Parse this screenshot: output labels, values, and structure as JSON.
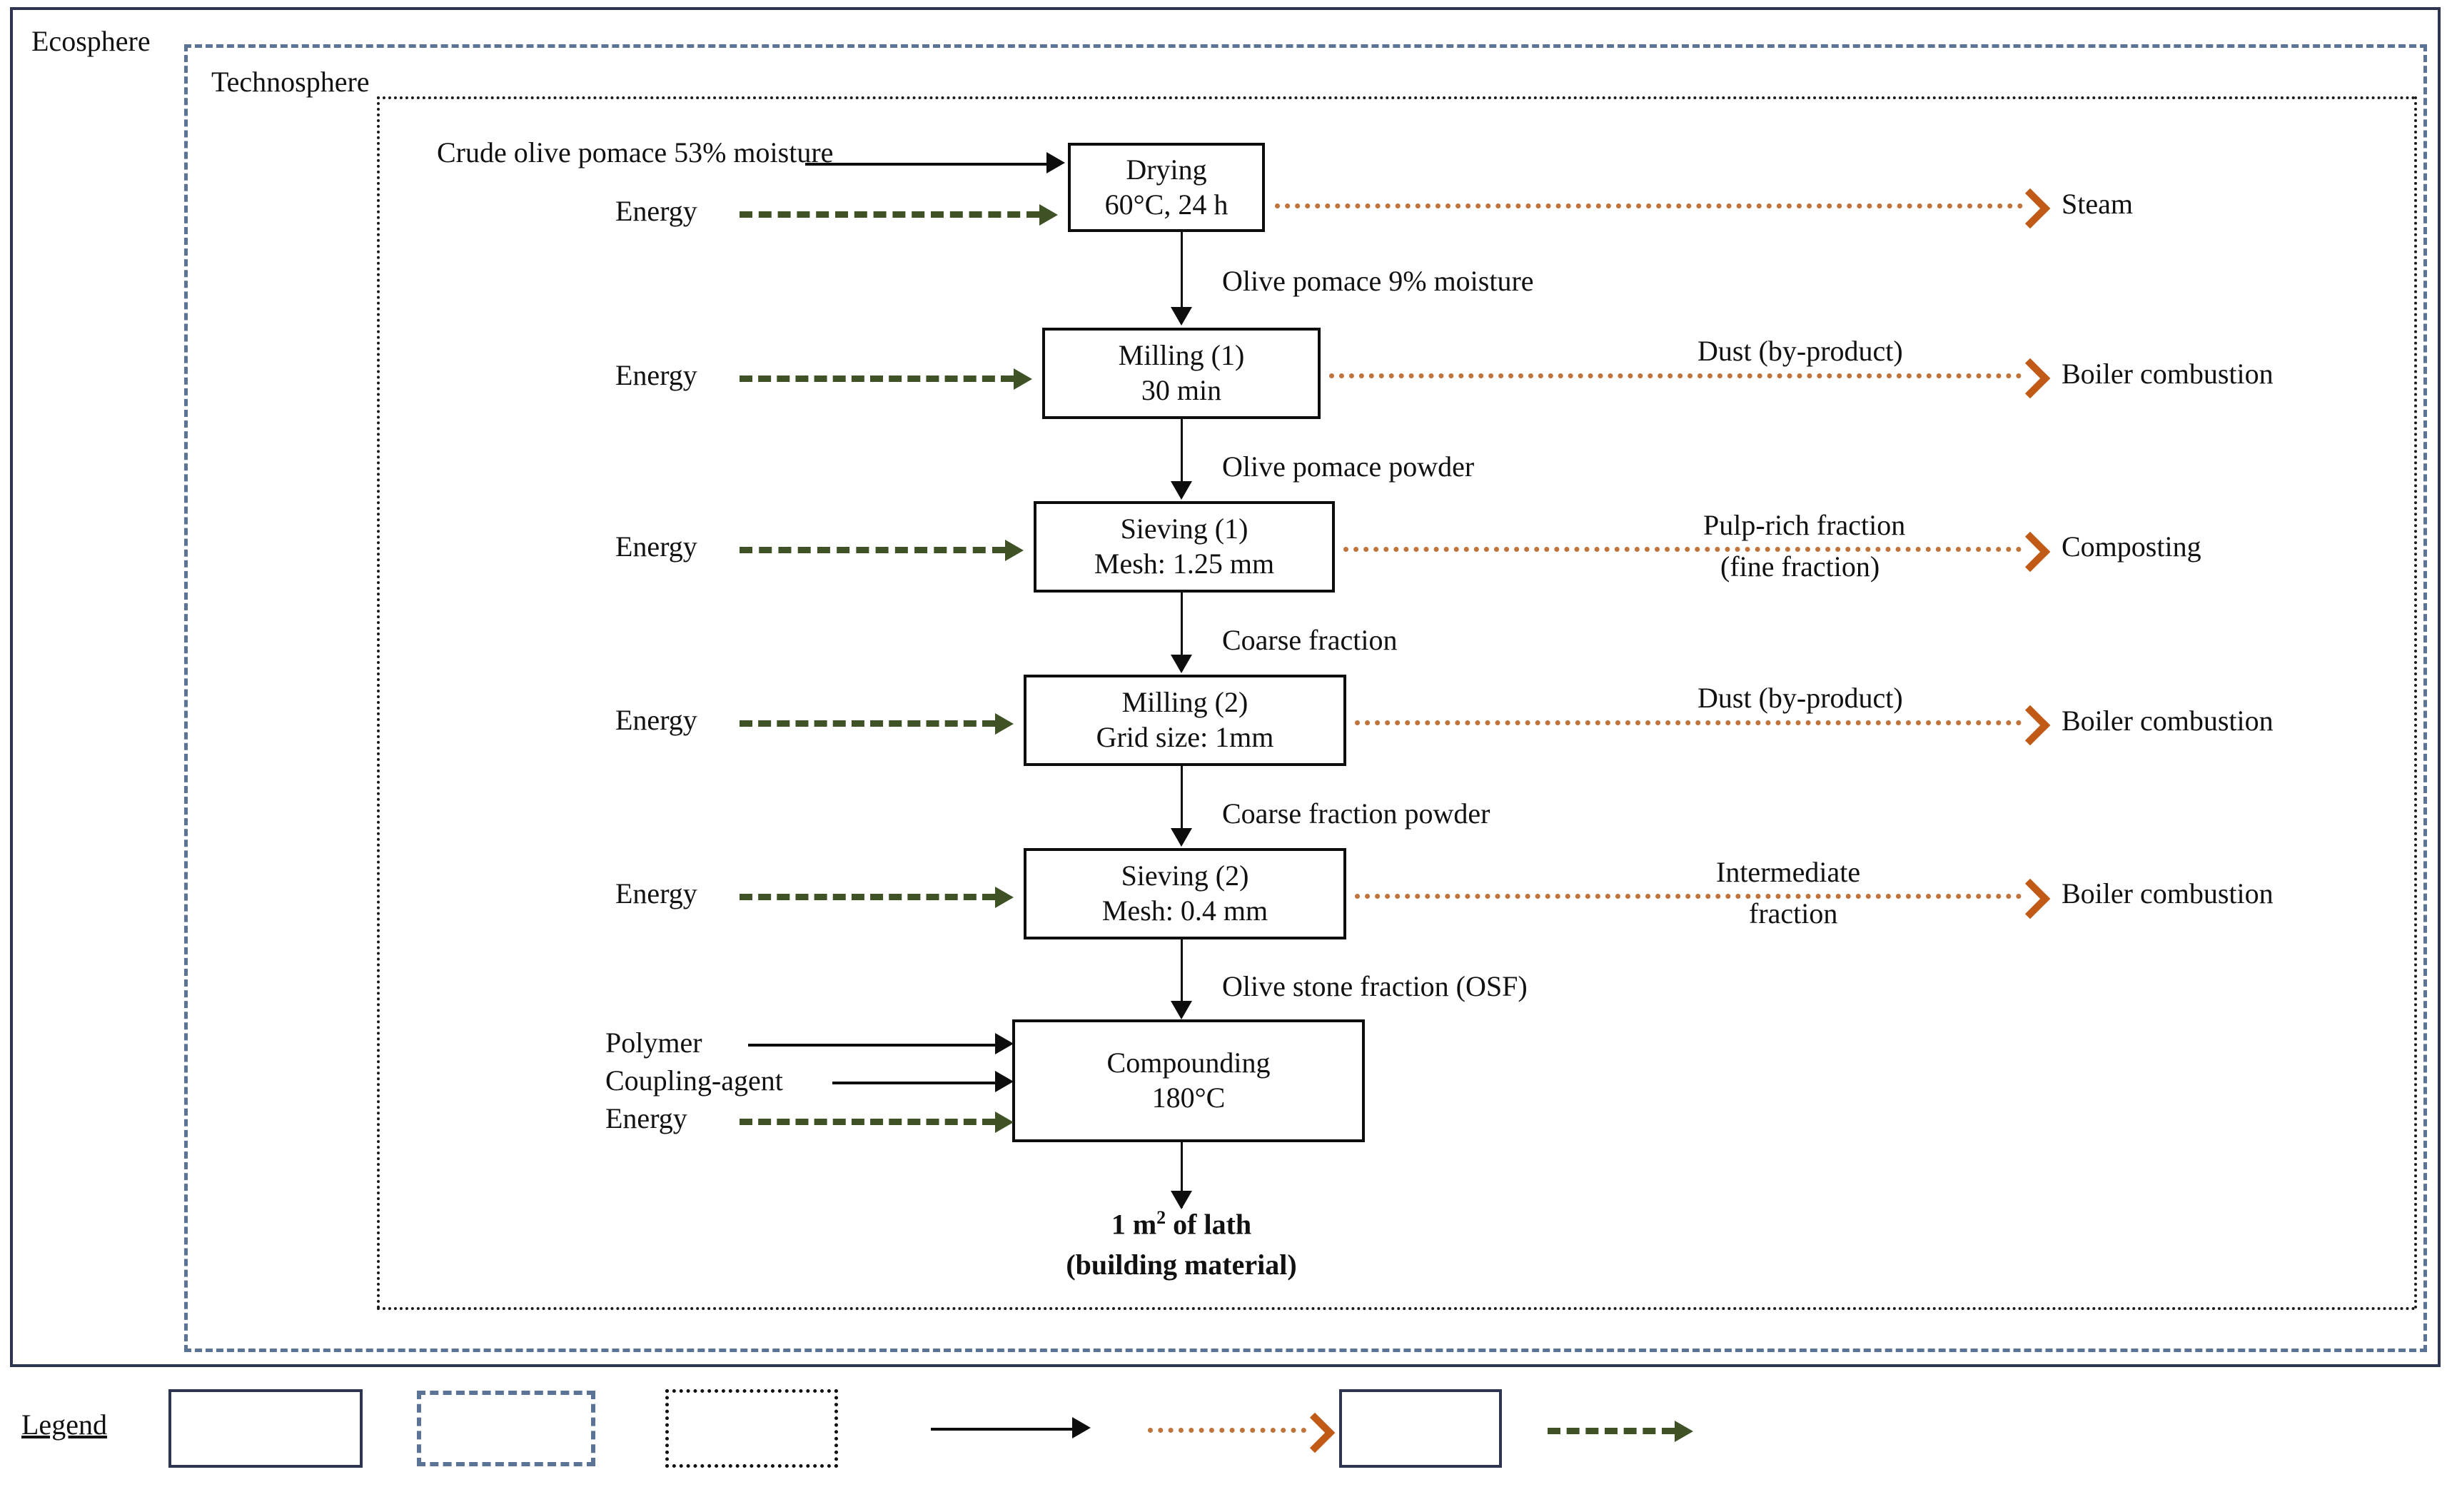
{
  "boundaries": {
    "ecosphere_label": "Ecosphere",
    "technosphere_label": "Technosphere",
    "ecosphere_color": "#2e3550",
    "technosphere_color": "#5b7394",
    "system_boundary_color": "#1b1b1b"
  },
  "colors": {
    "process_box_border": "#0d0d0d",
    "material_flow": "#0d0d0d",
    "energy_flow": "#3f5226",
    "byproduct_flow": "#c05a16"
  },
  "processes": [
    {
      "id": "drying",
      "line1": "Drying",
      "line2": "60°C, 24 h"
    },
    {
      "id": "milling1",
      "line1": "Milling (1)",
      "line2": "30 min"
    },
    {
      "id": "sieving1",
      "line1": "Sieving (1)",
      "line2": "Mesh: 1.25 mm"
    },
    {
      "id": "milling2",
      "line1": "Milling (2)",
      "line2": "Grid size: 1mm"
    },
    {
      "id": "sieving2",
      "line1": "Sieving (2)",
      "line2": "Mesh: 0.4 mm"
    },
    {
      "id": "compounding",
      "line1": "Compounding",
      "line2": "180°C"
    }
  ],
  "inputs": {
    "feedstock": "Crude olive pomace 53% moisture",
    "energy": "Energy",
    "polymer": "Polymer",
    "coupling_agent": "Coupling-agent"
  },
  "intermediates": {
    "after_drying": "Olive pomace 9% moisture",
    "after_milling1": "Olive pomace powder",
    "after_sieving1": "Coarse fraction",
    "after_milling2": "Coarse fraction powder",
    "after_sieving2": "Olive stone fraction (OSF)"
  },
  "byproducts": [
    {
      "flow": "",
      "destination": "Steam"
    },
    {
      "flow": "Dust (by-product)",
      "destination": "Boiler combustion"
    },
    {
      "flow_line1": "Pulp-rich fraction",
      "flow_line2": "(fine fraction)",
      "destination": "Composting"
    },
    {
      "flow": "Dust (by-product)",
      "destination": "Boiler combustion"
    },
    {
      "flow_line1": "Intermediate",
      "flow_line2": "fraction",
      "destination": "Boiler combustion"
    }
  ],
  "output": {
    "line1_prefix": "1 m",
    "line1_sup": "2",
    "line1_suffix": " of lath",
    "line2": "(building material)"
  },
  "legend": {
    "title": "Legend",
    "items": [
      {
        "name": "solid-box-swatch",
        "style": "solid-navy-rectangle"
      },
      {
        "name": "dashed-box-swatch",
        "style": "dashed-blue-rectangle"
      },
      {
        "name": "dotted-box-swatch",
        "style": "dotted-black-rectangle"
      },
      {
        "name": "solid-arrow-swatch",
        "style": "black-solid-arrow"
      },
      {
        "name": "dotted-arrow-swatch",
        "style": "orange-dotted-chevron-arrow"
      },
      {
        "name": "process-box-swatch",
        "style": "navy-rectangle"
      },
      {
        "name": "dashed-arrow-swatch",
        "style": "green-dashed-arrow"
      }
    ]
  }
}
